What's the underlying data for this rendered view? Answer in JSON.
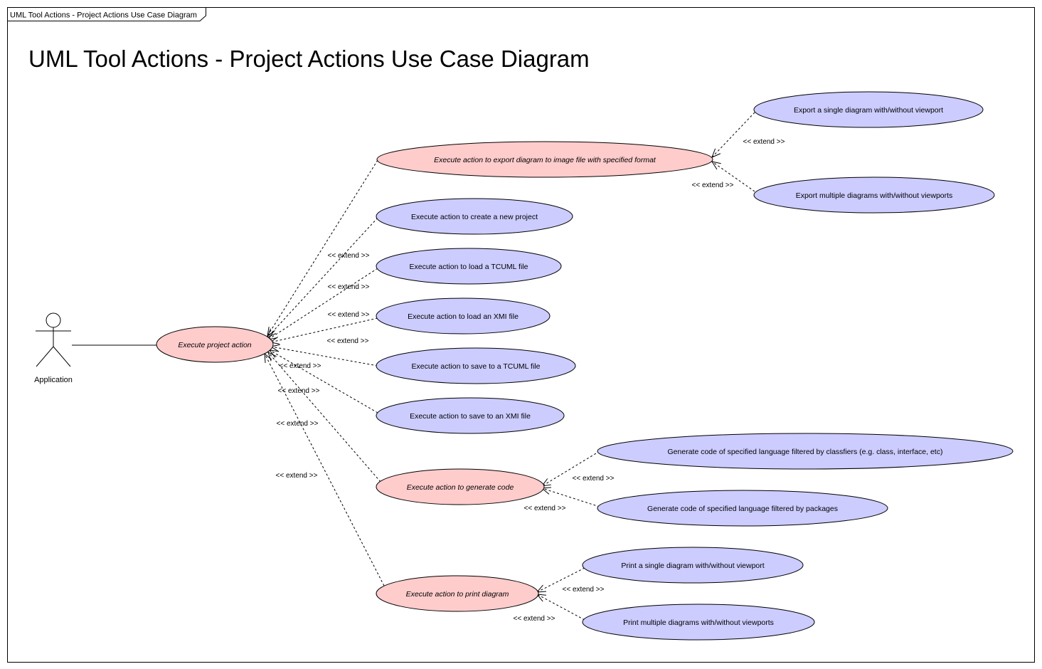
{
  "frame_tab": "UML Tool Actions - Project Actions Use Case Diagram",
  "title": "UML Tool Actions - Project Actions Use Case Diagram",
  "actor": {
    "name": "Application"
  },
  "colors": {
    "abstract_fill": "#ffcccc",
    "concrete_fill": "#ccccff",
    "stroke": "#000000"
  },
  "use_cases": [
    {
      "id": "project",
      "label": "Execute project action",
      "abstract": true
    },
    {
      "id": "export",
      "label": "Execute action to export diagram to image file with specified format",
      "abstract": true
    },
    {
      "id": "export-single",
      "label": "Export a single diagram with/without viewport",
      "abstract": false
    },
    {
      "id": "export-multi",
      "label": "Export multiple diagrams with/without viewports",
      "abstract": false
    },
    {
      "id": "create",
      "label": "Execute action to create a new project",
      "abstract": false
    },
    {
      "id": "load-tcuml",
      "label": "Execute action to load a TCUML file",
      "abstract": false
    },
    {
      "id": "load-xmi",
      "label": "Execute action to load an XMI file",
      "abstract": false
    },
    {
      "id": "save-tcuml",
      "label": "Execute action to save to a TCUML file",
      "abstract": false
    },
    {
      "id": "save-xmi",
      "label": "Execute action to save to an XMI file",
      "abstract": false
    },
    {
      "id": "gen",
      "label": "Execute action to generate code",
      "abstract": true
    },
    {
      "id": "gen-classifiers",
      "label": "Generate code of specified language filtered by classfiers (e.g. class, interface, etc)",
      "abstract": false
    },
    {
      "id": "gen-packages",
      "label": "Generate code of specified language filtered by packages",
      "abstract": false
    },
    {
      "id": "print",
      "label": "Execute action to print diagram",
      "abstract": true
    },
    {
      "id": "print-single",
      "label": "Print a single diagram with/without viewport",
      "abstract": false
    },
    {
      "id": "print-multi",
      "label": "Print multiple diagrams with/without viewports",
      "abstract": false
    }
  ],
  "extend_label": "<< extend >>",
  "relationships": [
    {
      "type": "association",
      "from": "actor",
      "to": "project"
    },
    {
      "type": "extend",
      "from": "export",
      "to": "project"
    },
    {
      "type": "extend",
      "from": "create",
      "to": "project"
    },
    {
      "type": "extend",
      "from": "load-tcuml",
      "to": "project"
    },
    {
      "type": "extend",
      "from": "load-xmi",
      "to": "project"
    },
    {
      "type": "extend",
      "from": "save-tcuml",
      "to": "project"
    },
    {
      "type": "extend",
      "from": "save-xmi",
      "to": "project"
    },
    {
      "type": "extend",
      "from": "gen",
      "to": "project"
    },
    {
      "type": "extend",
      "from": "print",
      "to": "project"
    },
    {
      "type": "extend",
      "from": "export-single",
      "to": "export"
    },
    {
      "type": "extend",
      "from": "export-multi",
      "to": "export"
    },
    {
      "type": "extend",
      "from": "gen-classifiers",
      "to": "gen"
    },
    {
      "type": "extend",
      "from": "gen-packages",
      "to": "gen"
    },
    {
      "type": "extend",
      "from": "print-single",
      "to": "print"
    },
    {
      "type": "extend",
      "from": "print-multi",
      "to": "print"
    }
  ]
}
